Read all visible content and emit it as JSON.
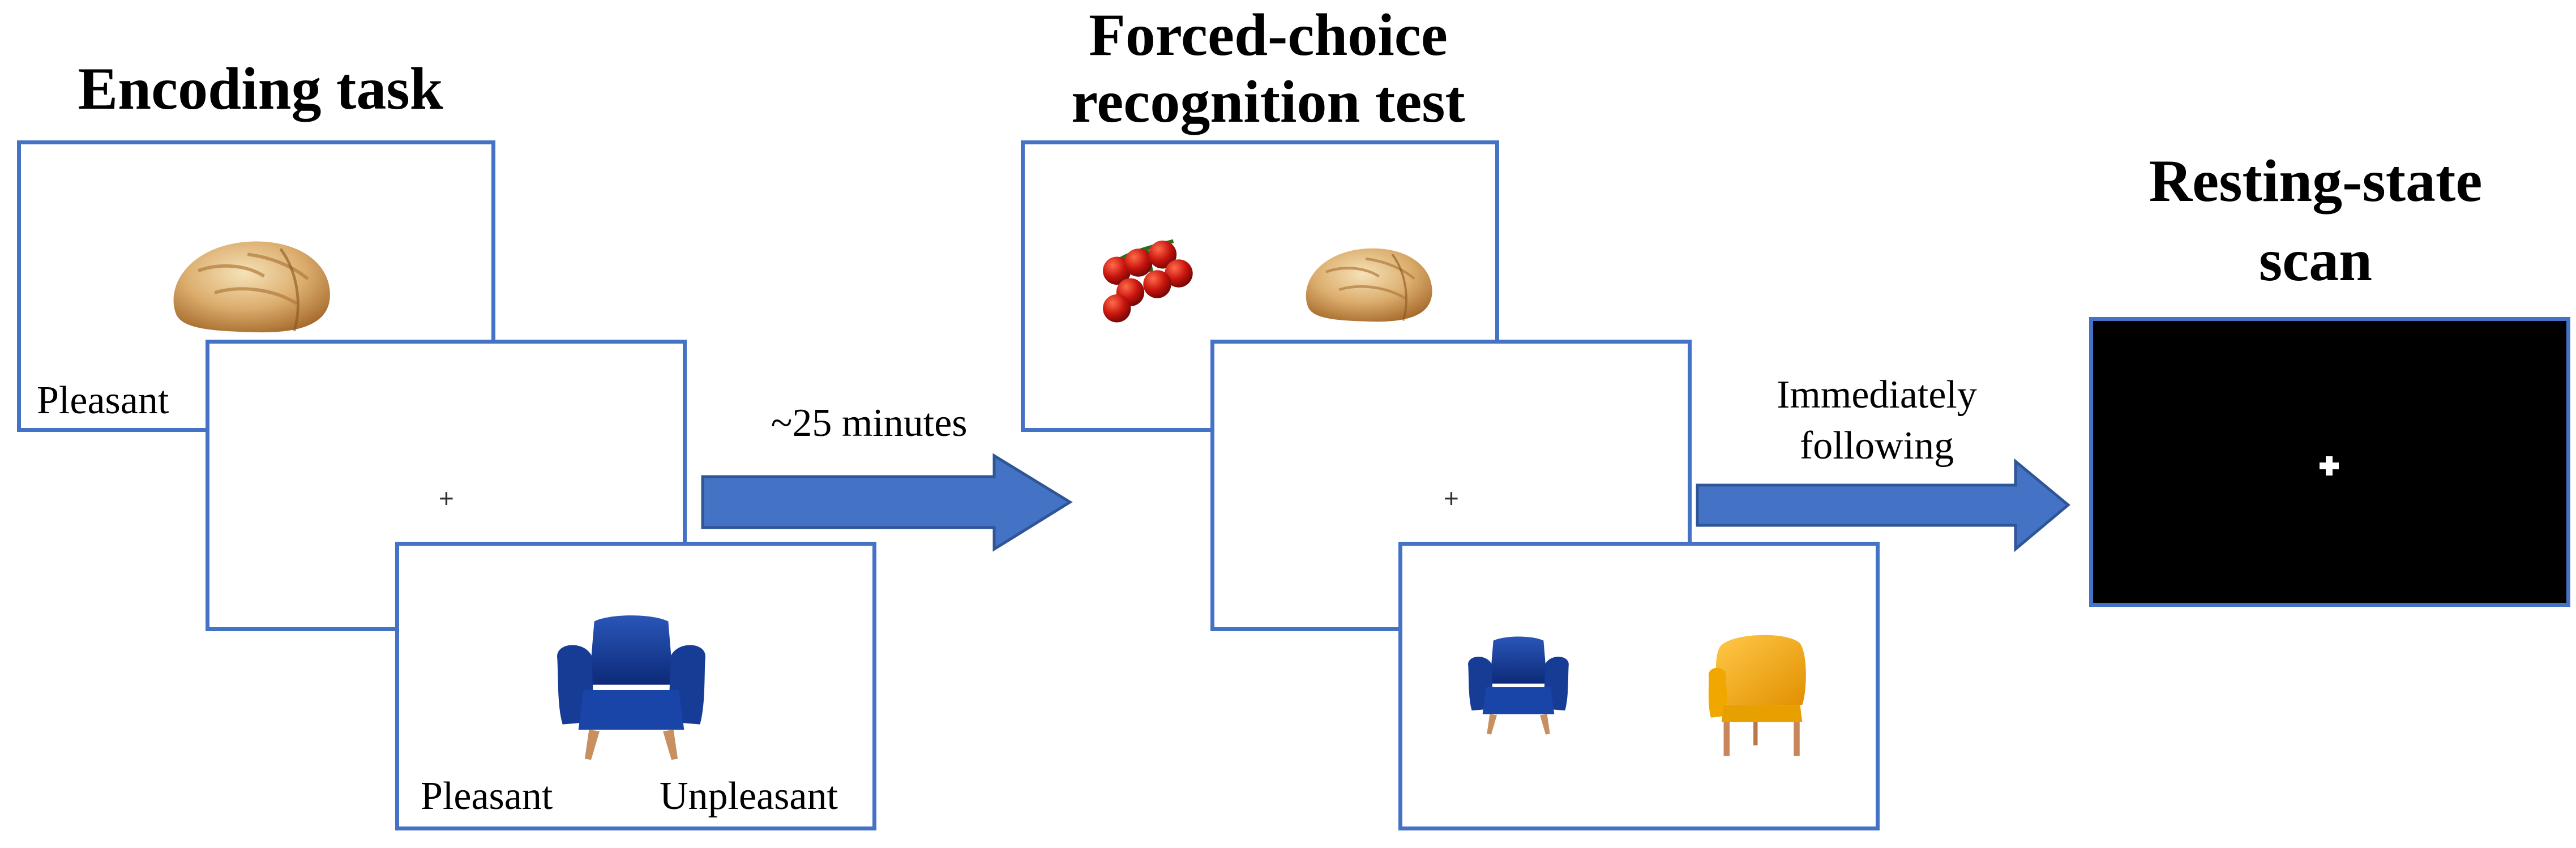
{
  "encoding": {
    "title": "Encoding task",
    "panel1_label": "Pleasant",
    "fixation": "+",
    "panel3_left_label": "Pleasant",
    "panel3_right_label": "Unpleasant"
  },
  "delay_arrow": {
    "label": "~25 minutes",
    "color": "#4472c4"
  },
  "recognition": {
    "title_line1": "Forced-choice",
    "title_line2": "recognition test",
    "fixation": "+"
  },
  "transition_arrow": {
    "label_line1": "Immediately",
    "label_line2": "following",
    "color": "#4472c4"
  },
  "resting": {
    "title_line1": "Resting-state",
    "title_line2": "scan",
    "fixation_marker": "+"
  },
  "stimulus_icons": [
    "bread-icon",
    "armchair-blue-icon",
    "tomatoes-icon",
    "armchair-yellow-icon"
  ],
  "colors": {
    "frame": "#4472c4",
    "screen": "#000000"
  }
}
